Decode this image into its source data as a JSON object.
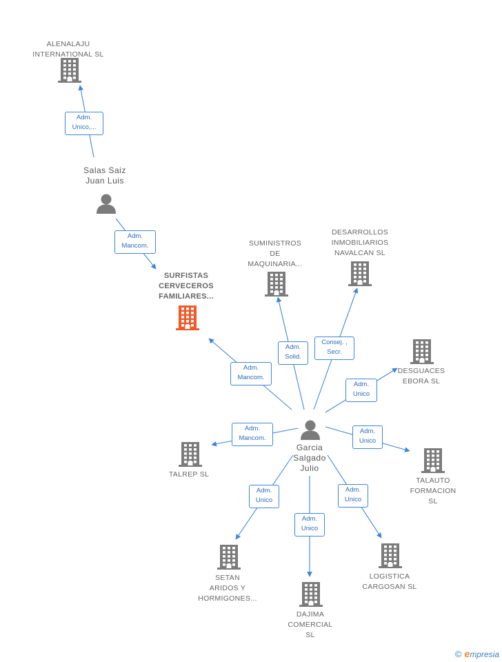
{
  "colors": {
    "edge": "#3d86d6",
    "building": "#7b7b7b",
    "main_building": "#f05a28",
    "person": "#7b7b7b"
  },
  "nodes": [
    {
      "id": "alenalaju",
      "type": "company",
      "label": "ALENALAJU\nINTERNATIONAL SL",
      "icon": "building-icon"
    },
    {
      "id": "salas",
      "type": "person",
      "label": "Salas Saiz\nJuan Luis",
      "icon": "person-icon"
    },
    {
      "id": "surfistas",
      "type": "company",
      "main": true,
      "label": "SURFISTAS\nCERVECEROS\nFAMILIARES...",
      "icon": "building-icon"
    },
    {
      "id": "suministros",
      "type": "company",
      "label": "SUMINISTROS\nDE\nMAQUINARIA...",
      "icon": "building-icon"
    },
    {
      "id": "desarrollos",
      "type": "company",
      "label": "DESARROLLOS\nINMOBILIARIOS\nNAVALCAN  SL",
      "icon": "building-icon"
    },
    {
      "id": "desguaces",
      "type": "company",
      "label": "DESGUACES\nEBORA SL",
      "icon": "building-icon"
    },
    {
      "id": "garcia",
      "type": "person",
      "label": "Garcia\nSalgado\nJulio",
      "icon": "person-icon"
    },
    {
      "id": "talrep",
      "type": "company",
      "label": "TALREP  SL",
      "icon": "building-icon"
    },
    {
      "id": "talauto",
      "type": "company",
      "label": "TALAUTO\nFORMACION\nSL",
      "icon": "building-icon"
    },
    {
      "id": "setan",
      "type": "company",
      "label": "SETAN\nARIDOS Y\nHORMIGONES...",
      "icon": "building-icon"
    },
    {
      "id": "dajima",
      "type": "company",
      "label": "DAJIMA\nCOMERCIAL\nSL",
      "icon": "building-icon"
    },
    {
      "id": "logistica",
      "type": "company",
      "label": "LOGISTICA\nCARGOSAN  SL",
      "icon": "building-icon"
    }
  ],
  "edges": [
    {
      "from": "salas",
      "to": "alenalaju",
      "label": "Adm.\nUnico,..."
    },
    {
      "from": "salas",
      "to": "surfistas",
      "label": "Adm.\nMancom."
    },
    {
      "from": "garcia",
      "to": "surfistas",
      "label": "Adm.\nMancom."
    },
    {
      "from": "garcia",
      "to": "suministros",
      "label": "Adm.\nSolid."
    },
    {
      "from": "garcia",
      "to": "desarrollos",
      "label": "Consej. ,\nSecr."
    },
    {
      "from": "garcia",
      "to": "desguaces",
      "label": "Adm.\nUnico"
    },
    {
      "from": "garcia",
      "to": "talrep",
      "label": "Adm.\nMancom."
    },
    {
      "from": "garcia",
      "to": "talauto",
      "label": "Adm.\nUnico"
    },
    {
      "from": "garcia",
      "to": "setan",
      "label": "Adm.\nUnico"
    },
    {
      "from": "garcia",
      "to": "dajima",
      "label": "Adm.\nUnico"
    },
    {
      "from": "garcia",
      "to": "logistica",
      "label": "Adm.\nUnico"
    }
  ],
  "footer": {
    "copyright": "©",
    "brand_e": "e",
    "brand_rest": "mpresia"
  }
}
